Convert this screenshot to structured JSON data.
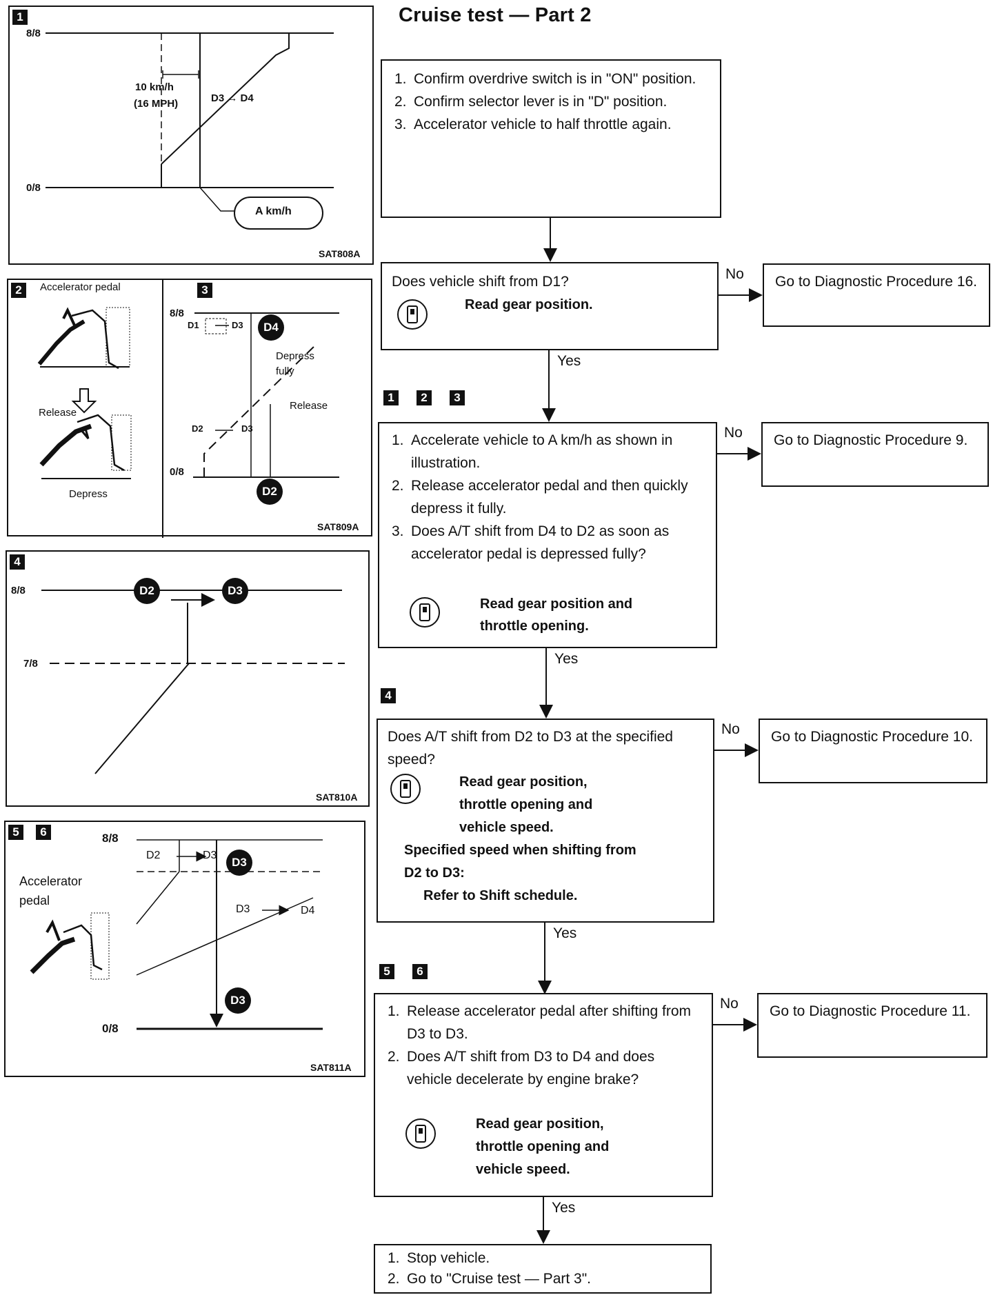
{
  "title": "Cruise test — Part 2",
  "flow": {
    "step1": {
      "items": [
        {
          "n": "1.",
          "text": "Confirm overdrive switch is in \"ON\" position."
        },
        {
          "n": "2.",
          "text": "Confirm selector lever is in \"D\" position."
        },
        {
          "n": "3.",
          "text": "Accelerator vehicle to half throttle again."
        }
      ]
    },
    "q1": {
      "question": "Does vehicle shift from D1?",
      "action": "Read gear position.",
      "no_label": "No",
      "no_target": "Go to Diagnostic Procedure 16.",
      "yes_label": "Yes"
    },
    "ref_123": [
      "1",
      "2",
      "3"
    ],
    "q2": {
      "items": [
        {
          "n": "1.",
          "text": "Accelerate vehicle to A km/h as shown in illustration."
        },
        {
          "n": "2.",
          "text": "Release accelerator pedal and then quickly depress it fully."
        },
        {
          "n": "3.",
          "text": "Does A/T shift from D4 to D2 as soon as accelerator pedal is depressed fully?"
        }
      ],
      "action_l1": "Read gear position and",
      "action_l2": "throttle opening.",
      "no_label": "No",
      "no_target": "Go to Diagnostic Procedure 9.",
      "yes_label": "Yes"
    },
    "ref_4": [
      "4"
    ],
    "q3": {
      "question": "Does A/T shift from D2 to D3 at the specified speed?",
      "action_l1": "Read gear position,",
      "action_l2": "throttle opening and",
      "action_l3": "vehicle speed.",
      "spec_l1": "Specified speed when shifting from",
      "spec_l2": "D2 to D3:",
      "spec_l3": "Refer to Shift schedule.",
      "no_label": "No",
      "no_target": "Go to Diagnostic Procedure 10.",
      "yes_label": "Yes"
    },
    "ref_56": [
      "5",
      "6"
    ],
    "q4": {
      "items": [
        {
          "n": "1.",
          "text": "Release accelerator pedal after shifting from D3 to D3."
        },
        {
          "n": "2.",
          "text": "Does A/T shift from D3 to D4 and does vehicle decelerate by engine brake?"
        }
      ],
      "action_l1": "Read gear position,",
      "action_l2": "throttle opening and",
      "action_l3": "vehicle speed.",
      "no_label": "No",
      "no_target": "Go to Diagnostic Procedure 11.",
      "yes_label": "Yes"
    },
    "final": {
      "items": [
        {
          "n": "1.",
          "text": "Stop vehicle."
        },
        {
          "n": "2.",
          "text": "Go to \"Cruise test — Part 3\"."
        }
      ]
    }
  },
  "panels": {
    "p1": {
      "num": "1",
      "top": "8/8",
      "bottom": "0/8",
      "speed_l1": "10 km/h",
      "speed_l2": "(16 MPH)",
      "shift": "D3 → D4",
      "callout": "A km/h",
      "code": "SAT808A"
    },
    "p2": {
      "num": "2",
      "heading": "Accelerator pedal",
      "release": "Release",
      "depress": "Depress"
    },
    "p3": {
      "num": "3",
      "top": "8/8",
      "bottom": "0/8",
      "d1": "D1",
      "d3a": "D3",
      "d2": "D2",
      "d3b": "D3",
      "circ_top": "D4",
      "circ_bot": "D2",
      "depress": "Depress fully",
      "release": "Release",
      "code": "SAT809A"
    },
    "p4": {
      "num": "4",
      "top": "8/8",
      "mid": "7/8",
      "circ_a": "D2",
      "circ_b": "D3",
      "code": "SAT810A"
    },
    "p56": {
      "num5": "5",
      "num6": "6",
      "heading_l1": "Accelerator",
      "heading_l2": "pedal",
      "top": "8/8",
      "bottom": "0/8",
      "d2": "D2",
      "d3": "D3",
      "d3b": "D3",
      "d4": "D4",
      "circ_top": "D3",
      "circ_bot": "D3",
      "code": "SAT811A"
    }
  }
}
